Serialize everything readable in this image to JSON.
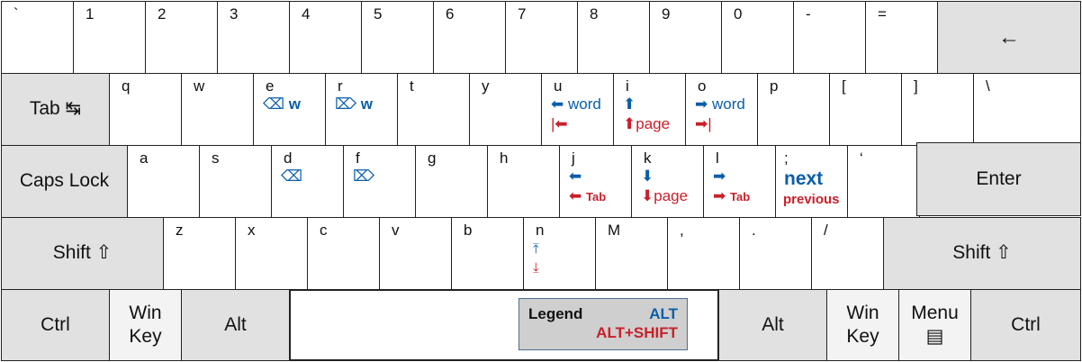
{
  "keys": {
    "backtick": "`",
    "d1": "1",
    "d2": "2",
    "d3": "3",
    "d4": "4",
    "d5": "5",
    "d6": "6",
    "d7": "7",
    "d8": "8",
    "d9": "9",
    "d0": "0",
    "minus": "-",
    "equals": "=",
    "backspace": "←",
    "tab": "Tab ↹",
    "q": "q",
    "w": "w",
    "e": "e",
    "r": "r",
    "t": "t",
    "y": "y",
    "u": "u",
    "i": "i",
    "o": "o",
    "p": "p",
    "lbracket": "[",
    "rbracket": "]",
    "backslash": "\\",
    "capslock": "Caps Lock",
    "a": "a",
    "s": "s",
    "d": "d",
    "f": "f",
    "g": "g",
    "h": "h",
    "j": "j",
    "k": "k",
    "l": "l",
    "semicolon": ";",
    "quote": "‘",
    "enter": "Enter",
    "lshift": "Shift ⇧",
    "z": "z",
    "x": "x",
    "c": "c",
    "v": "v",
    "b": "b",
    "n": "n",
    "m": "M",
    "comma": ",",
    "period": ".",
    "slash": "/",
    "rshift": "Shift ⇧",
    "lctrl": "Ctrl",
    "lwin_1": "Win",
    "lwin_2": "Key",
    "lalt": "Alt",
    "ralt": "Alt",
    "rwin_1": "Win",
    "rwin_2": "Key",
    "menu_1": "Menu",
    "menu_2": "▤",
    "rctrl": "Ctrl"
  },
  "actions": {
    "e_alt_icon": "⌫",
    "e_alt_text": "w",
    "r_alt_icon": "⌦",
    "r_alt_text": "w",
    "u_alt_icon": "⬅",
    "u_alt_text": "word",
    "u_shift": "|⬅",
    "i_alt_icon": "⬆",
    "i_shift_icon": "⬆",
    "i_shift_text": "page",
    "o_alt_icon": "➡",
    "o_alt_text": "word",
    "o_shift": "➡|",
    "d_alt": "⌫",
    "f_alt": "⌦",
    "j_alt": "⬅",
    "j_shift_icon": "⬅",
    "j_shift_text": "Tab",
    "k_alt": "⬇",
    "k_shift_icon": "⬇",
    "k_shift_text": "page",
    "l_alt": "➡",
    "l_shift_icon": "➡",
    "l_shift_text": "Tab",
    "semicolon_alt": "next",
    "semicolon_shift": "previous",
    "n_alt": "⤒",
    "n_shift": "⤓"
  },
  "legend": {
    "title": "Legend",
    "alt": "ALT",
    "alt_shift": "ALT+SHIFT"
  },
  "colors": {
    "alt": "#0b5ea8",
    "alt_shift": "#c8202a",
    "modifier_key": "#e1e1e1",
    "legend_bg": "#cfcfcf"
  }
}
